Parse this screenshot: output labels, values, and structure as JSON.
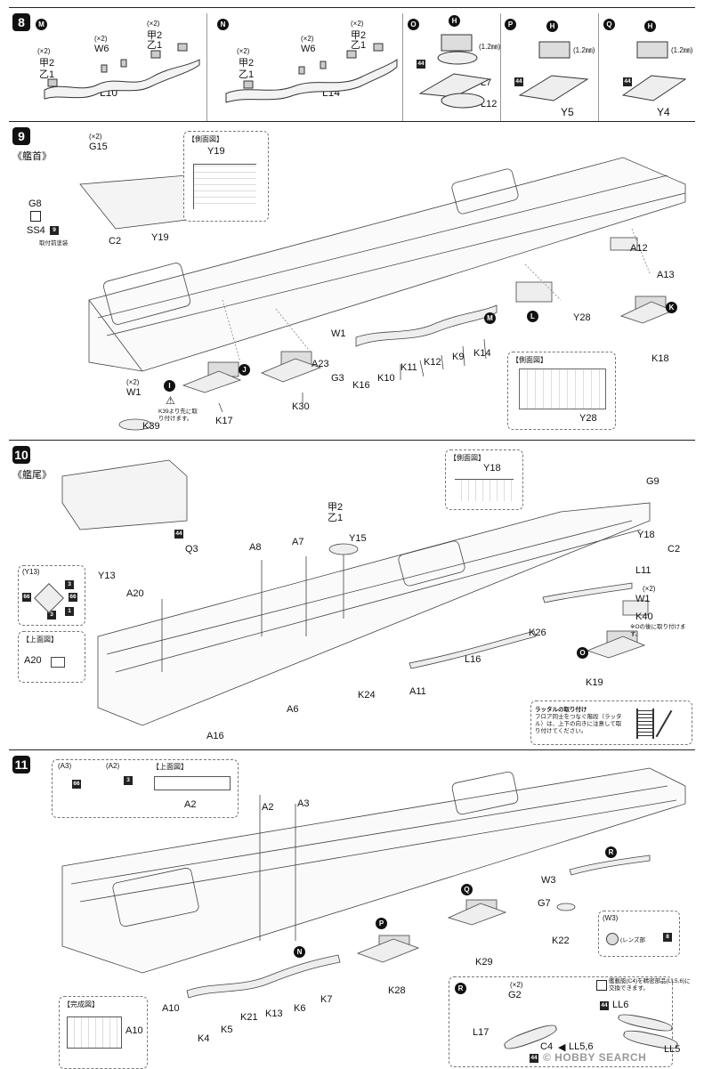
{
  "step8": {
    "number": "8",
    "sub_m": {
      "marker": "M",
      "x2a": "(×2)",
      "k2a": "甲2",
      "o1a": "乙1",
      "x2b": "(×2)",
      "w6": "W6",
      "x2c": "(×2)",
      "k2b": "甲2",
      "o1b": "乙1",
      "part": "L10"
    },
    "sub_n": {
      "marker": "N",
      "x2a": "(×2)",
      "k2a": "甲2",
      "o1a": "乙1",
      "x2b": "(×2)",
      "w6": "W6",
      "x2c": "(×2)",
      "k2b": "甲2",
      "o1b": "乙1",
      "part": "L14"
    },
    "sub_o": {
      "marker": "O",
      "h": "H",
      "note": "(1.2㎜)",
      "sq": "44",
      "l7": "L7",
      "l12": "L12"
    },
    "sub_p": {
      "marker": "P",
      "h": "H",
      "note": "(1.2㎜)",
      "sq": "44",
      "part": "Y5"
    },
    "sub_q": {
      "marker": "Q",
      "h": "H",
      "note": "(1.2㎜)",
      "sq": "44",
      "part": "Y4"
    }
  },
  "step9": {
    "number": "9",
    "section": "《艦首》",
    "x2_top": "(×2)",
    "g15": "G15",
    "g8": "G8",
    "ss4": "SS4",
    "ss4_sq": "9",
    "ss4_note": "取付前塗装",
    "c2": "C2",
    "y19": "Y19",
    "side_title": "【側面図】",
    "side_y19": "Y19",
    "a12": "A12",
    "a13": "A13",
    "mk_k": "K",
    "mk_l": "L",
    "y28": "Y28",
    "k18": "K18",
    "mk_m": "M",
    "w1": "W1",
    "a23": "A23",
    "g3": "G3",
    "k16": "K16",
    "k10": "K10",
    "k11": "K11",
    "k12": "K12",
    "k9": "K9",
    "k14": "K14",
    "mk_j": "J",
    "x2_w1": "(×2)",
    "w1b": "W1",
    "mk_i": "I",
    "warn_note": "K39より先に取り付けます。",
    "k39": "K39",
    "k17": "K17",
    "k30": "K30",
    "side2_title": "【側面図】",
    "side2_y28": "Y28"
  },
  "step10": {
    "number": "10",
    "section": "《艦尾》",
    "side_title": "【側面図】",
    "side_y18": "Y18",
    "g9": "G9",
    "y18": "Y18",
    "c2": "C2",
    "q3_sq": "44",
    "q3": "Q3",
    "y13": "Y13",
    "k2": "甲2",
    "o1": "乙1",
    "y15": "Y15",
    "a8": "A8",
    "a7": "A7",
    "l11": "L11",
    "x2": "(×2)",
    "w1": "W1",
    "k40": "K40",
    "k40_note": "※Oの後に取り付けます。",
    "y13_title": "(Y13)",
    "y13_sq": [
      "66",
      "3",
      "66",
      "3",
      "1"
    ],
    "a20": "A20",
    "top_title": "【上面図】",
    "a20b": "A20",
    "l16": "L16",
    "k26": "K26",
    "mk_o": "O",
    "k24": "K24",
    "a11": "A11",
    "a6": "A6",
    "a16": "A16",
    "k19": "K19",
    "ladder_title": "ラッタルの取り付け",
    "ladder_note": "フロア同士をつなぐ階段（ラッタル）は、上下の向きに注意して取り付けてください。"
  },
  "step11": {
    "number": "11",
    "a3_title": "(A3)",
    "a3_sq": "66",
    "a2_title": "(A2)",
    "a2_sq": "3",
    "top_title": "【上面図】",
    "a2b": "A2",
    "a2": "A2",
    "a3": "A3",
    "mk_r": "R",
    "w3": "W3",
    "g7": "G7",
    "k22": "K22",
    "w3_title": "(W3)",
    "w3_note": "(レンズ部",
    "w3_sq": "8",
    "mk_q": "Q",
    "k29": "K29",
    "mk_p": "P",
    "k28": "K28",
    "mk_n": "N",
    "k7": "K7",
    "k6": "K6",
    "k13": "K13",
    "k21": "K21",
    "k5": "K5",
    "k4": "K4",
    "a10": "A10",
    "done_title": "【完成図】",
    "a10b": "A10",
    "r_x2": "(×2)",
    "g2": "G2",
    "l17": "L17",
    "c4": "C4",
    "ll56": "LL5,6",
    "r_sq": "44",
    "r_note": "艦載艇(C4)を精密部品(LL5,6)に交換できます。",
    "r_sq2": "44",
    "ll6": "LL6",
    "ll5": "LL5"
  },
  "watermark": "© HOBBY SEARCH"
}
